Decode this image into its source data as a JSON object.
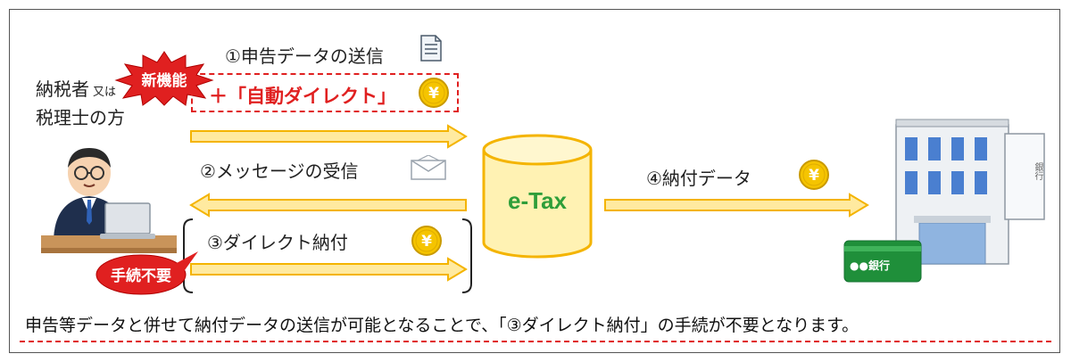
{
  "taxpayer": {
    "line1": "納税者",
    "or": "又は",
    "line2": "税理士の方"
  },
  "badges": {
    "new_feature": "新機能",
    "no_procedure": "手続不要"
  },
  "steps": {
    "send_data": "①申告データの送信",
    "auto_direct": "＋「自動ダイレクト」",
    "receive_message": "②メッセージの受信",
    "direct_payment": "③ダイレクト納付",
    "payment_data": "④納付データ"
  },
  "etax_label": "e-Tax",
  "bank": {
    "sign": "銀行",
    "card": "●●銀行"
  },
  "footer_note": "申告等データと併せて納付データの送信が可能となることで、「③ダイレクト納付」の手続が不要となります。",
  "colors": {
    "arrow_fill": "#ffeaa0",
    "arrow_stroke": "#f4b400",
    "accent_red": "#e02020",
    "etax_green": "#2e9e3a",
    "cylinder_fill": "#fff2b3"
  },
  "icons": [
    "document-icon",
    "yen-coin-icon",
    "envelope-icon",
    "person-icon",
    "laptop-icon",
    "bank-building-icon",
    "bank-card-icon"
  ]
}
